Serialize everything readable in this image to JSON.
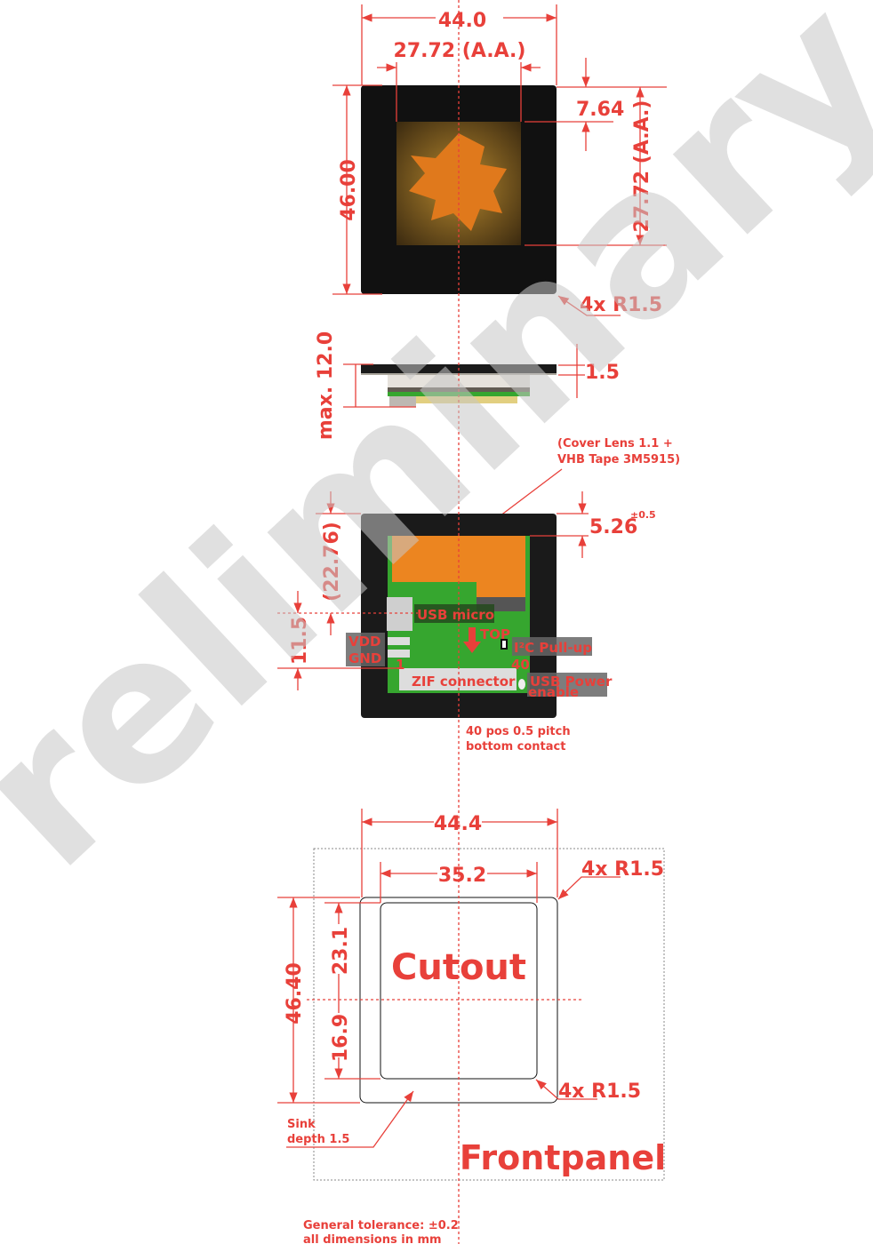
{
  "top_view": {
    "width": "44.0",
    "active_area_width": "27.72 (A.A.)",
    "height": "46.00",
    "offset": "7.64",
    "active_area_height": "27.72 (A.A.)",
    "radius": "4x R1.5"
  },
  "side_view": {
    "max_height": "max. 12.0",
    "lens_thickness": "1.5",
    "lens_note_line1": "(Cover Lens 1.1 +",
    "lens_note_line2": "VHB Tape 3M5915)"
  },
  "bottom_view": {
    "offset": "5.26",
    "offset_tol": "±0.5",
    "height_ref": "(22.76)",
    "usb_offset": "11.5",
    "usb_micro": "USB micro",
    "top": "TOP",
    "vdd": "VDD",
    "gnd": "GND",
    "pin1": "1",
    "pin40": "40",
    "i2c": "I²C Pull-up",
    "zif": "ZIF connector",
    "usb_power_line1": "USB Power",
    "usb_power_line2": "enable",
    "zif_note_line1": "40 pos 0.5 pitch",
    "zif_note_line2": "bottom contact"
  },
  "front_panel": {
    "outer_width": "44.4",
    "cutout_width": "35.2",
    "outer_height": "46.40",
    "upper_height": "23.1",
    "lower_height": "16.9",
    "cutout_label": "Cutout",
    "radius_outer": "4x R1.5",
    "radius_inner": "4x R1.5",
    "sink_line1": "Sink",
    "sink_line2": "depth 1.5",
    "title": "Frontpanel"
  },
  "footer": {
    "tolerance": "General tolerance: ±0.2",
    "units": "all dimensions in mm"
  },
  "watermark": "Preliminary",
  "colors": {
    "dimension": "#e8403a",
    "pcb": "#36a62f",
    "display": "#111111",
    "flex": "#ec8520"
  }
}
